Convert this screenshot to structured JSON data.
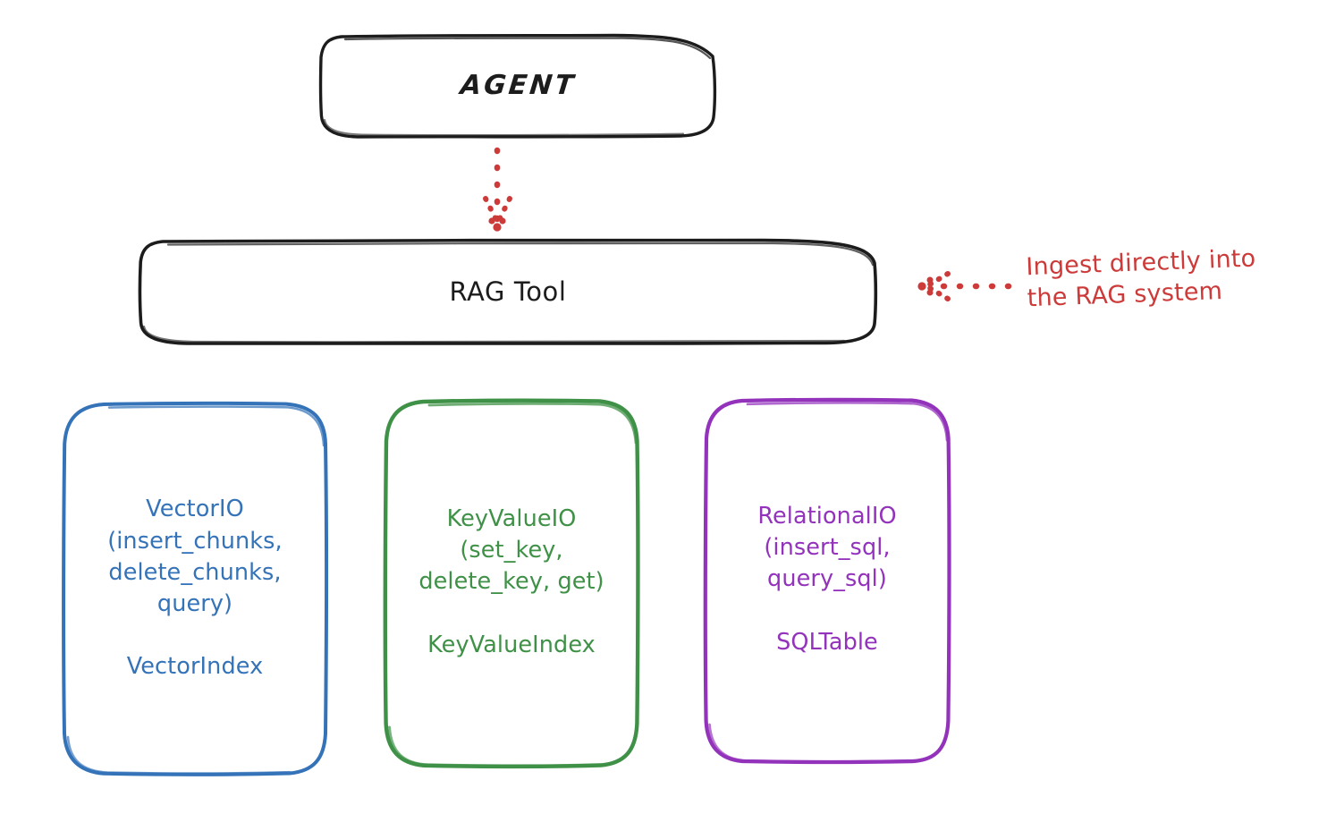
{
  "diagram": {
    "title": "RAG Tool architecture",
    "background": "#ffffff",
    "style": "hand-drawn"
  },
  "colors": {
    "black": "#1c1c1c",
    "red": "#cc3b39",
    "blue": "#3573b9",
    "green": "#3f9147",
    "purple": "#9333bb"
  },
  "nodes": {
    "agent": {
      "label": "AGENT",
      "color": "#1c1c1c"
    },
    "rag_tool": {
      "label": "RAG Tool",
      "color": "#1c1c1c"
    },
    "vector_io": {
      "label": "VectorIO\n(insert_chunks,\ndelete_chunks,\nquery)\n\nVectorIndex",
      "color": "#3573b9"
    },
    "key_value_io": {
      "label": "KeyValueIO\n(set_key,\ndelete_key, get)\n\nKeyValueIndex",
      "color": "#3f9147"
    },
    "relational_io": {
      "label": "RelationalIO\n(insert_sql,\nquery_sql)\n\nSQLTable",
      "color": "#9333bb"
    }
  },
  "annotations": {
    "ingest_note": {
      "label": "Ingest directly into\nthe RAG system",
      "color": "#cc3b39"
    }
  },
  "connectors": {
    "agent_to_rag": {
      "name": "dotted-down-arrow",
      "color": "#cc3b39",
      "style": "dotted",
      "direction": "down"
    },
    "note_to_rag": {
      "name": "dotted-left-arrow",
      "color": "#cc3b39",
      "style": "dotted",
      "direction": "left"
    }
  }
}
